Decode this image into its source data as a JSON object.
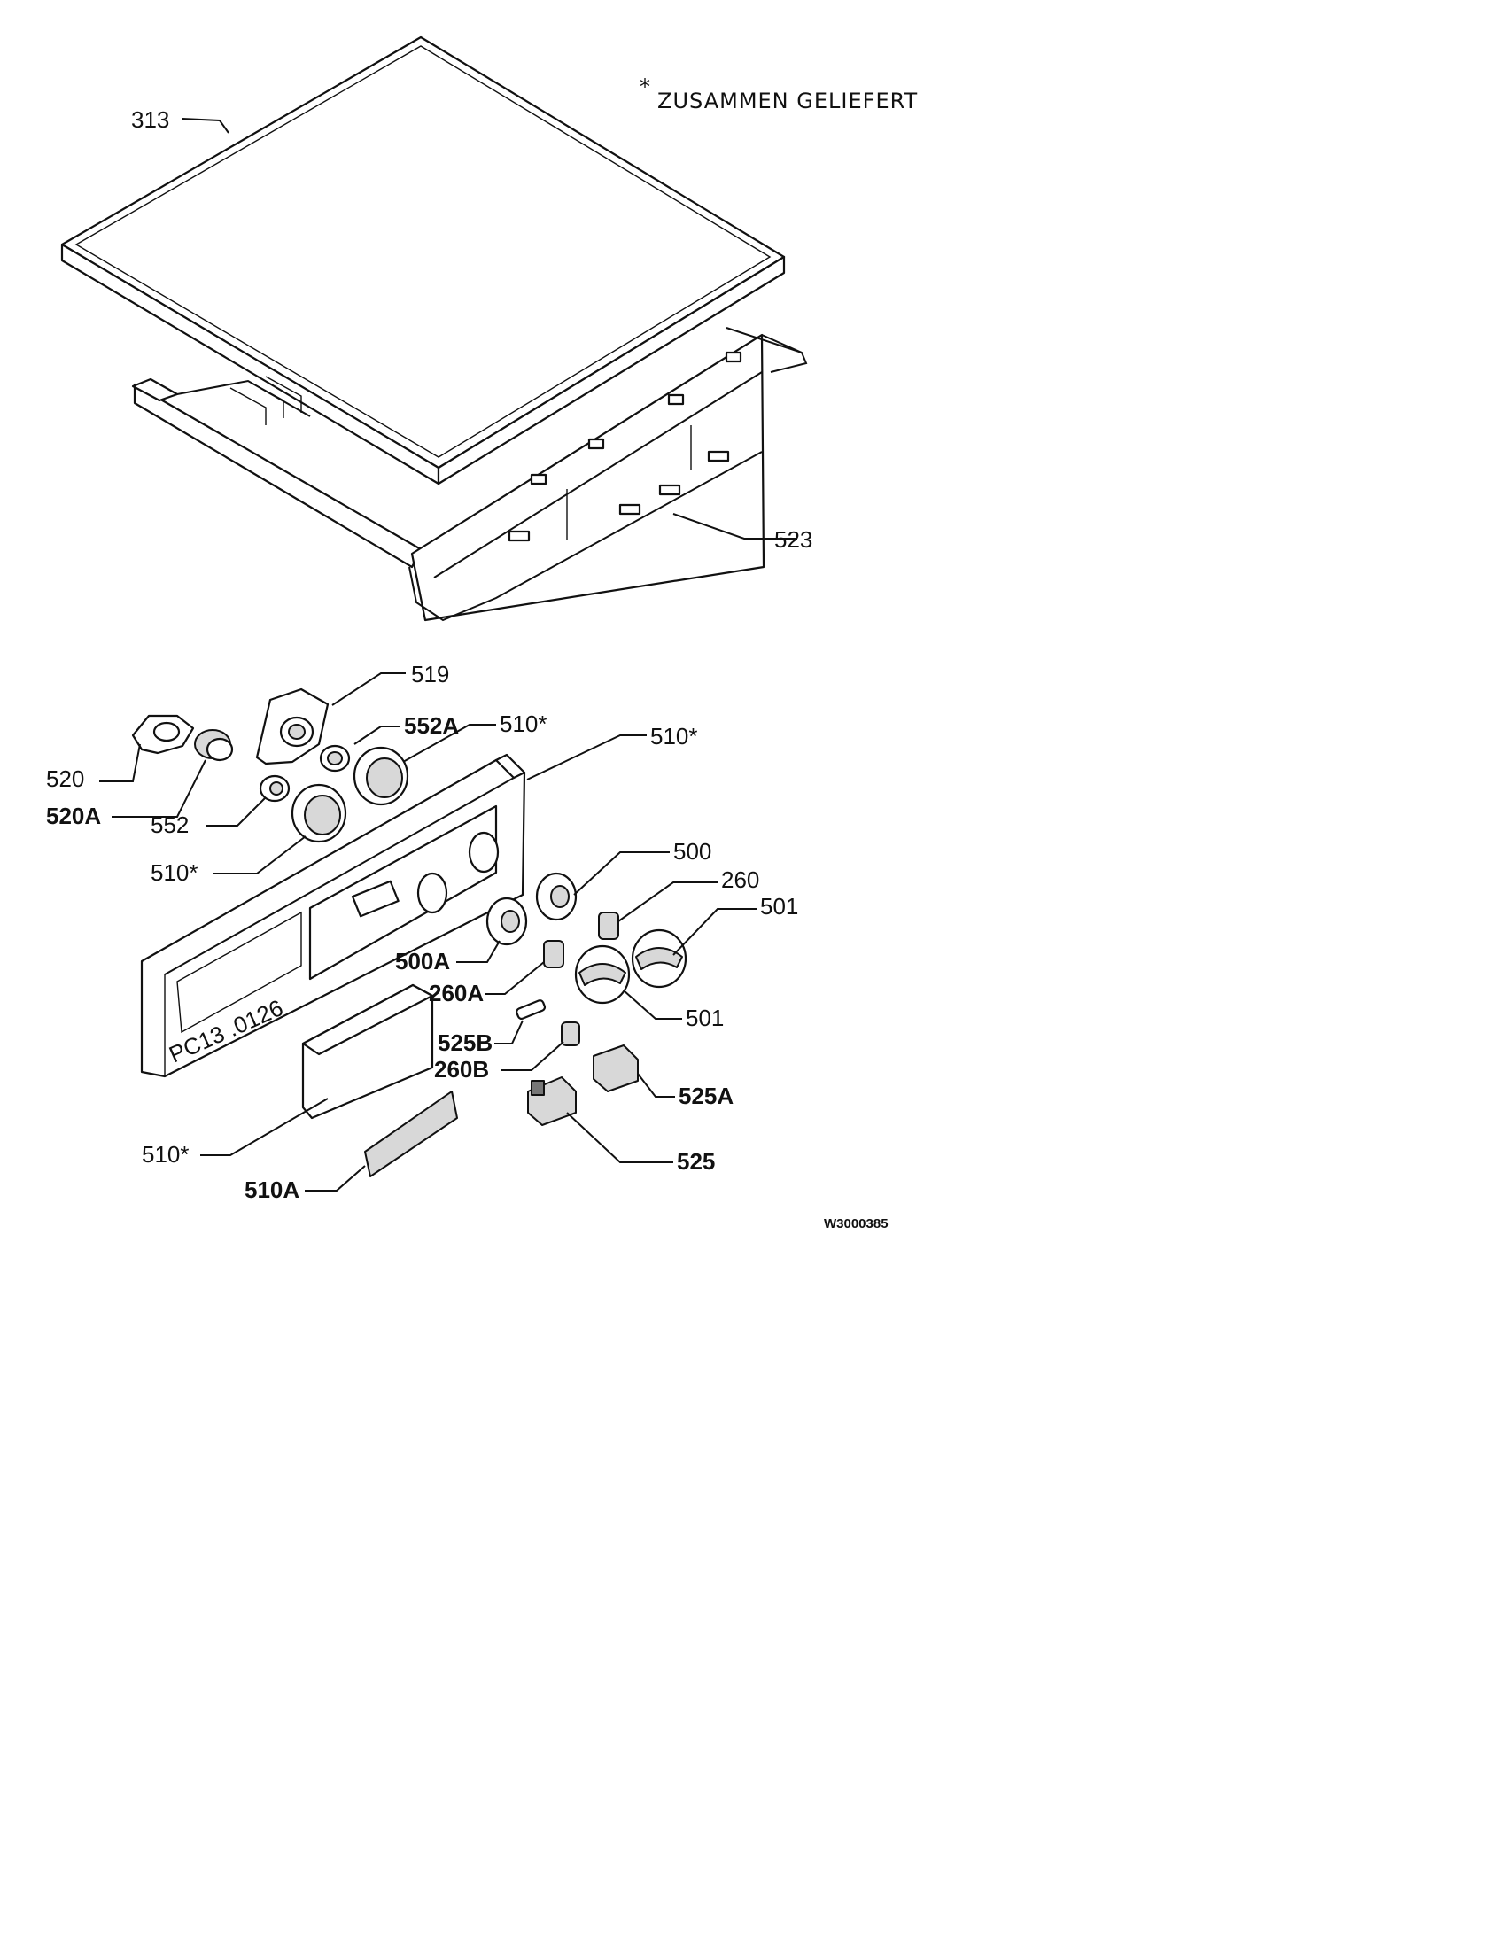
{
  "note": {
    "asterisk": "*",
    "text": "ZUSAMMEN GELIEFERT"
  },
  "drawing_code": "W3000385",
  "panel_marking": "PC13 .0126",
  "callouts": [
    {
      "id": "c313",
      "text": "313"
    },
    {
      "id": "c523",
      "text": "523"
    },
    {
      "id": "c519",
      "text": "519"
    },
    {
      "id": "c552A",
      "text": "552A"
    },
    {
      "id": "c510a",
      "text": "510*"
    },
    {
      "id": "c510b",
      "text": "510*"
    },
    {
      "id": "c520",
      "text": "520"
    },
    {
      "id": "c520A",
      "text": "520A"
    },
    {
      "id": "c552",
      "text": "552"
    },
    {
      "id": "c510c",
      "text": "510*"
    },
    {
      "id": "c500",
      "text": "500"
    },
    {
      "id": "c260",
      "text": "260"
    },
    {
      "id": "c501a",
      "text": "501"
    },
    {
      "id": "c500A",
      "text": "500A"
    },
    {
      "id": "c260A",
      "text": "260A"
    },
    {
      "id": "c501b",
      "text": "501"
    },
    {
      "id": "c525B",
      "text": "525B"
    },
    {
      "id": "c260B",
      "text": "260B"
    },
    {
      "id": "c525A",
      "text": "525A"
    },
    {
      "id": "c510d",
      "text": "510*"
    },
    {
      "id": "c525",
      "text": "525"
    },
    {
      "id": "c510A",
      "text": "510A"
    }
  ]
}
